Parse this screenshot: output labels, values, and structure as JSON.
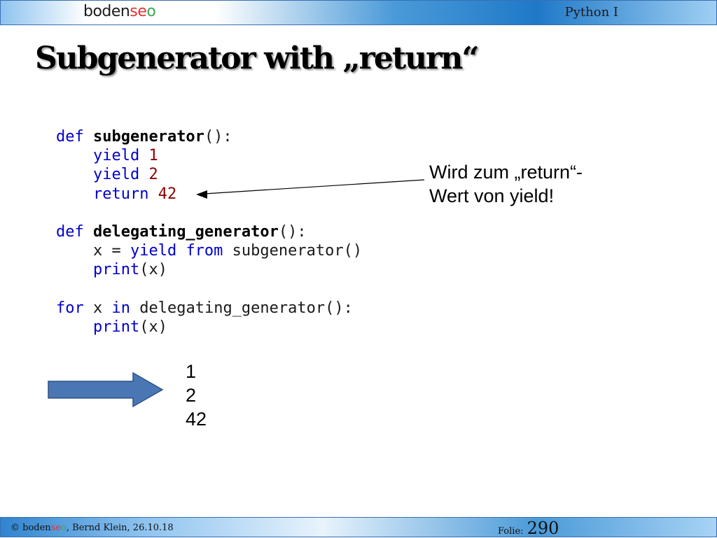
{
  "header": {
    "logo": {
      "part1": "boden",
      "part2": "se",
      "part3": "o"
    },
    "course": "Python I"
  },
  "slide": {
    "title": "Subgenerator with „return“",
    "code": [
      [
        {
          "t": "def ",
          "c": "kw"
        },
        {
          "t": "subgenerator",
          "c": "fn"
        },
        {
          "t": "():",
          "c": ""
        }
      ],
      [
        {
          "t": "    ",
          "c": ""
        },
        {
          "t": "yield ",
          "c": "kw"
        },
        {
          "t": "1",
          "c": "num"
        }
      ],
      [
        {
          "t": "    ",
          "c": ""
        },
        {
          "t": "yield ",
          "c": "kw"
        },
        {
          "t": "2",
          "c": "num"
        }
      ],
      [
        {
          "t": "    ",
          "c": ""
        },
        {
          "t": "return ",
          "c": "kw"
        },
        {
          "t": "42",
          "c": "num"
        }
      ],
      [
        {
          "t": "",
          "c": ""
        }
      ],
      [
        {
          "t": "def ",
          "c": "kw"
        },
        {
          "t": "delegating_generator",
          "c": "fn"
        },
        {
          "t": "():",
          "c": ""
        }
      ],
      [
        {
          "t": "    x = ",
          "c": ""
        },
        {
          "t": "yield from ",
          "c": "kw"
        },
        {
          "t": "subgenerator()",
          "c": ""
        }
      ],
      [
        {
          "t": "    ",
          "c": ""
        },
        {
          "t": "print",
          "c": "kw"
        },
        {
          "t": "(x)",
          "c": ""
        }
      ],
      [
        {
          "t": "",
          "c": ""
        }
      ],
      [
        {
          "t": "for ",
          "c": "kw"
        },
        {
          "t": "x ",
          "c": ""
        },
        {
          "t": "in ",
          "c": "kw"
        },
        {
          "t": "delegating_generator():",
          "c": ""
        }
      ],
      [
        {
          "t": "    ",
          "c": ""
        },
        {
          "t": "print",
          "c": "kw"
        },
        {
          "t": "(x)",
          "c": ""
        }
      ]
    ],
    "note": [
      "Wird zum „return“-",
      "Wert von yield!"
    ],
    "output": [
      "1",
      "2",
      "42"
    ],
    "colors": {
      "arrow_fill": "#4a76b4",
      "arrow_stroke": "#2e5287",
      "keyword": "#0000cd",
      "number": "#8b0000"
    }
  },
  "footer": {
    "copyright_prefix": "© ",
    "logo": {
      "part1": "boden",
      "part2": "se",
      "part3": "o"
    },
    "author_date": ", Bernd Klein, 26.10.18",
    "folie_label": "Folie:",
    "folie_number": "290"
  }
}
